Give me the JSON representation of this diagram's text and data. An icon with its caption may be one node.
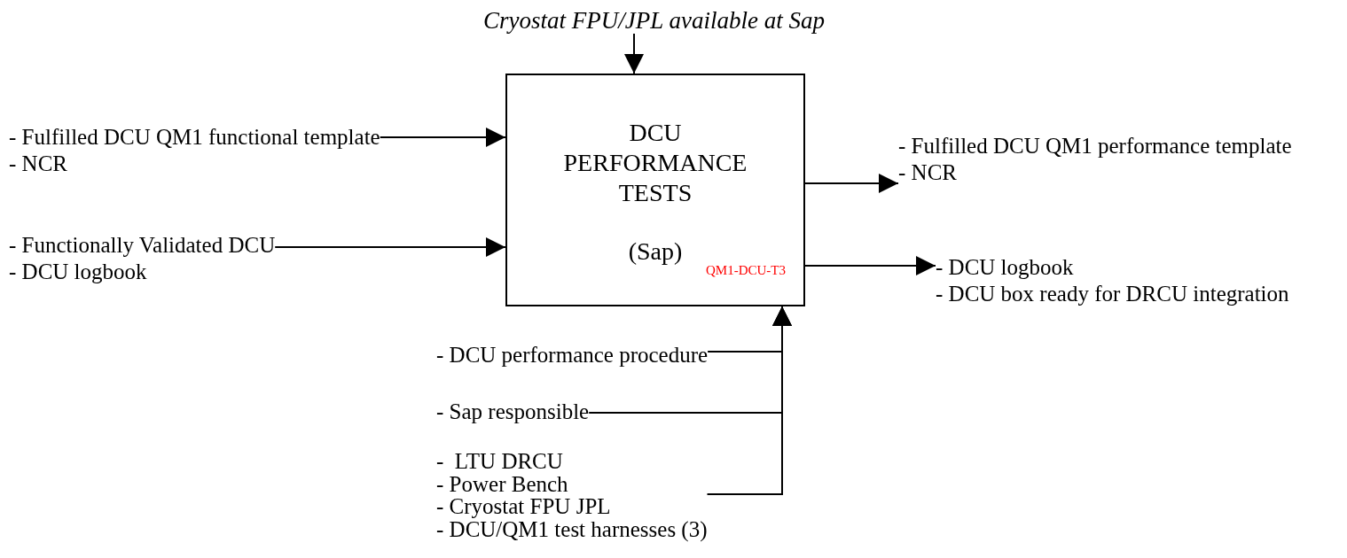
{
  "diagram": {
    "nodes": [
      {
        "text": [
          "DCU PERFORMANCE TESTS",
          "(Sap)",
          "QM1-DCU-T3"
        ]
      },
      {
        "text": [
          "Cryostat FPU/JPL available at Sap"
        ]
      },
      {
        "text": [
          "- Fulfilled DCU QM1 functional template",
          "- NCR"
        ]
      },
      {
        "text": [
          "- Functionally Validated DCU",
          "- DCU logbook"
        ]
      },
      {
        "text": [
          "- Fulfilled DCU QM1 performance template",
          "- NCR"
        ]
      },
      {
        "text": [
          "- DCU logbook",
          "- DCU box ready for DRCU integration"
        ]
      },
      {
        "text": [
          "- DCU performance procedure"
        ]
      },
      {
        "text": [
          "- Sap responsible"
        ]
      },
      {
        "text": [
          "-  LTU DRCU",
          "- Power Bench",
          "- Cryostat FPU JPL",
          "- DCU/QM1 test harnesses (3)"
        ]
      }
    ],
    "edges": [
      {
        "from": 1,
        "to": 0,
        "arrow": "to"
      },
      {
        "from": 2,
        "to": 0,
        "arrow": "to"
      },
      {
        "from": 3,
        "to": 0,
        "arrow": "to"
      },
      {
        "from": 0,
        "to": 4,
        "arrow": "to"
      },
      {
        "from": 0,
        "to": 5,
        "arrow": "to"
      },
      {
        "from": 6,
        "to": 0,
        "arrow": "to"
      },
      {
        "from": 7,
        "to": 0,
        "arrow": "to"
      },
      {
        "from": 8,
        "to": 0,
        "arrow": "to"
      }
    ]
  }
}
